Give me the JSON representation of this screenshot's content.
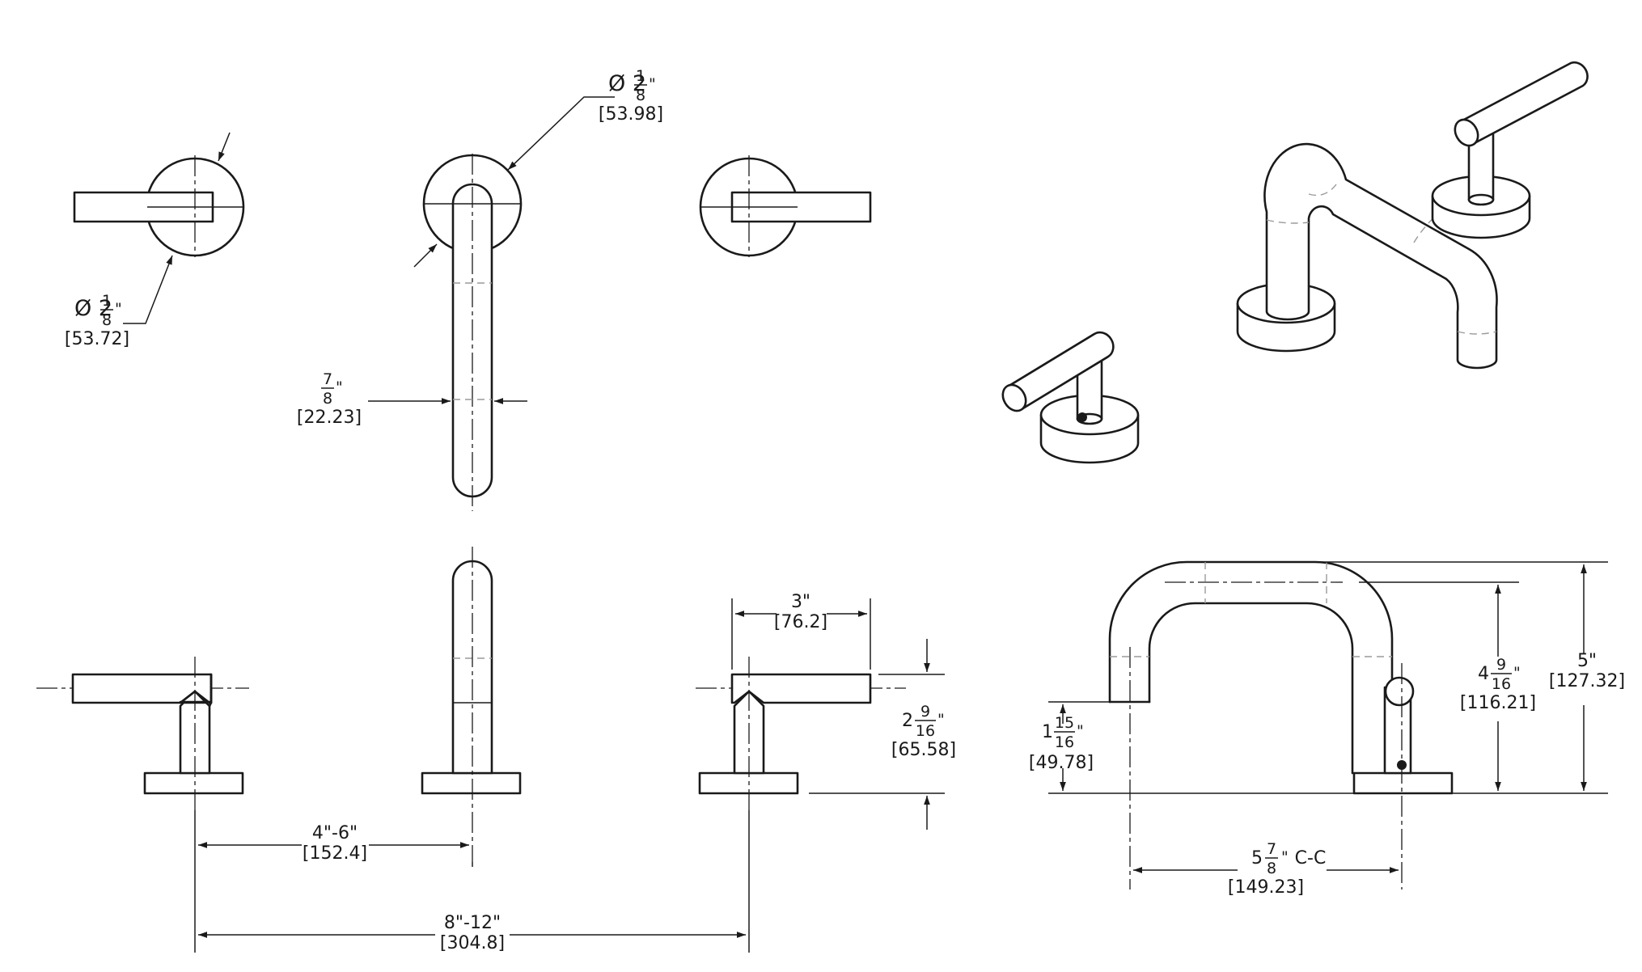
{
  "dimensions": {
    "flange_left": {
      "whole": "Ø 2",
      "num": "1",
      "den": "8",
      "unit": "\"",
      "metric": "[53.72]"
    },
    "flange_spout": {
      "whole": "Ø 2",
      "num": "1",
      "den": "8",
      "unit": "\"",
      "metric": "[53.98]"
    },
    "spout_width": {
      "num": "7",
      "den": "8",
      "unit": "\"",
      "metric": "[22.23]"
    },
    "handle_length": {
      "imperial": "3\"",
      "metric": "[76.2]"
    },
    "handle_height": {
      "whole": "2",
      "num": "9",
      "den": "16",
      "unit": "\"",
      "metric": "[65.58]"
    },
    "spacing_handle_spout": {
      "imperial": "4\"-6\"",
      "metric": "[152.4]"
    },
    "spacing_handles": {
      "imperial": "8\"-12\"",
      "metric": "[304.8]"
    },
    "spout_outlet_height": {
      "whole": "1",
      "num": "15",
      "den": "16",
      "unit": "\"",
      "metric": "[49.78]"
    },
    "spout_reach": {
      "whole": "5",
      "num": "7",
      "den": "8",
      "unit": "\"",
      "suffix": "C-C",
      "metric": "[149.23]"
    },
    "spout_height_inner": {
      "whole": "4",
      "num": "9",
      "den": "16",
      "unit": "\"",
      "metric": "[116.21]"
    },
    "overall_height": {
      "imperial": "5\"",
      "metric": "[127.32]"
    }
  }
}
